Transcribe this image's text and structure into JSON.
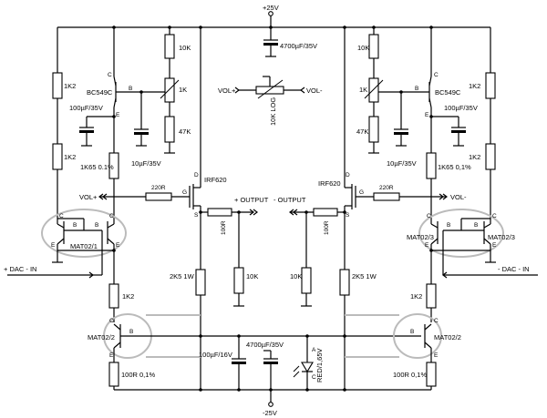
{
  "rails": {
    "vplus": "+25V",
    "vminus": "-25V"
  },
  "top_cap": "4700µF/35V",
  "volume_pot": {
    "label": "10K LOG",
    "left_terminal": "VOL+",
    "right_terminal": "VOL-"
  },
  "left": {
    "r_top": "10K",
    "pot": "1K",
    "r_47k": "47K",
    "c_base": "10µF/35V",
    "r_1k2_top": "1K2",
    "r_1k2_mid": "1K2",
    "c_100": "100µF/35V",
    "transistor": "BC549C",
    "r_1k65": "1K65 0.1%",
    "mosfet": "IRF620",
    "r_gate": "220R",
    "vol_label": "VOL+",
    "mat_top": "MAT02/1",
    "dac_label": "+ DAC - IN",
    "r_1k2_low": "1K2",
    "mat_bottom": "MAT02/2",
    "r_emitter": "100R 0,1%",
    "r_out": "100R",
    "r_2k5": "2K5 1W",
    "r_10k_out": "10K",
    "output_label": "+ OUTPUT"
  },
  "right": {
    "r_top": "10K",
    "pot": "1K",
    "r_47k": "47K",
    "c_base": "10µF/35V",
    "r_1k2_top": "1K2",
    "r_1k2_mid": "1K2",
    "c_100": "100µF/35V",
    "transistor": "BC549C",
    "r_1k65": "1K65 0,1%",
    "mosfet": "IRF620",
    "r_gate": "220R",
    "vol_label": "VOL-",
    "mat_top": "MAT02/3",
    "mat_top2": "MAT02/3",
    "dac_label": "- DAC - IN",
    "r_1k2_low": "1K2",
    "mat_bottom": "MAT02/2",
    "r_emitter": "100R 0,1%",
    "r_out": "100R",
    "r_2k5": "2K5 1W",
    "r_10k_out": "10K",
    "output_label": "- OUTPUT"
  },
  "bottom": {
    "c1": "100µF/16V",
    "c2": "4700µF/35V",
    "led": "RED/1,65V"
  },
  "pins": {
    "c": "C",
    "b": "B",
    "e": "E",
    "d": "D",
    "g": "G",
    "s": "S",
    "a": "A",
    "k": "C"
  }
}
